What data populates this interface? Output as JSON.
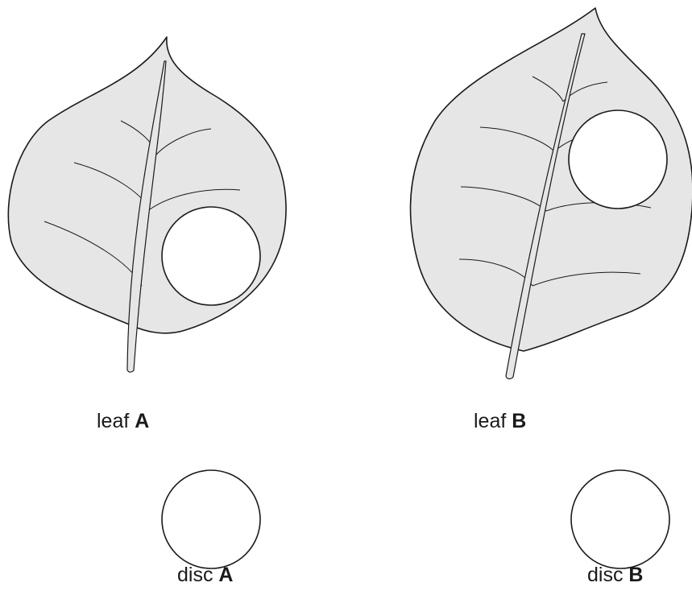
{
  "labels": {
    "leaf_a": {
      "text": "leaf",
      "letter": "A"
    },
    "leaf_b": {
      "text": "leaf",
      "letter": "B"
    },
    "disc_a": {
      "text": "disc",
      "letter": "A"
    },
    "disc_b": {
      "text": "disc",
      "letter": "B"
    }
  },
  "colors": {
    "leaf_fill": "#e6e6e7",
    "outline": "#1a1a1a",
    "hole_fill": "#ffffff"
  }
}
